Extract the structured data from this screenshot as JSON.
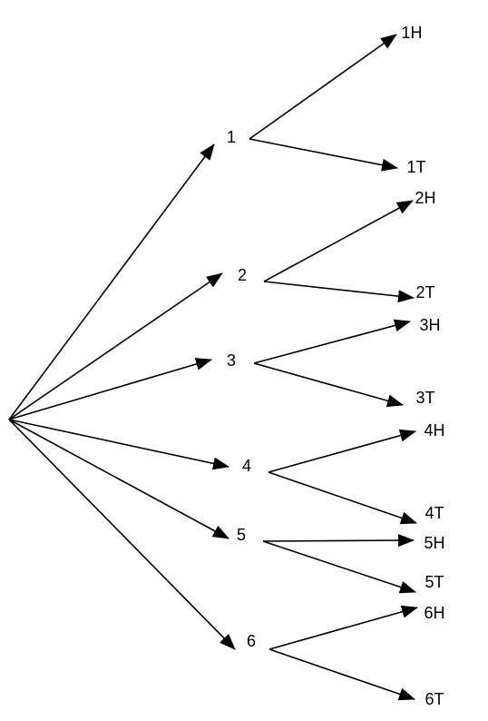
{
  "diagram": {
    "type": "tree",
    "colors": {
      "ink": "#000000",
      "background": "#ffffff"
    },
    "root": {
      "id": "root",
      "label": ""
    },
    "first_level": [
      {
        "id": "1",
        "label": "1"
      },
      {
        "id": "2",
        "label": "2"
      },
      {
        "id": "3",
        "label": "3"
      },
      {
        "id": "4",
        "label": "4"
      },
      {
        "id": "5",
        "label": "5"
      },
      {
        "id": "6",
        "label": "6"
      }
    ],
    "second_level": [
      {
        "id": "1H",
        "label": "1H",
        "parent": "1"
      },
      {
        "id": "1T",
        "label": "1T",
        "parent": "1"
      },
      {
        "id": "2H",
        "label": "2H",
        "parent": "2"
      },
      {
        "id": "2T",
        "label": "2T",
        "parent": "2"
      },
      {
        "id": "3H",
        "label": "3H",
        "parent": "3"
      },
      {
        "id": "3T",
        "label": "3T",
        "parent": "3"
      },
      {
        "id": "4H",
        "label": "4H",
        "parent": "4"
      },
      {
        "id": "4T",
        "label": "4T",
        "parent": "4"
      },
      {
        "id": "5H",
        "label": "5H",
        "parent": "5"
      },
      {
        "id": "5T",
        "label": "5T",
        "parent": "5"
      },
      {
        "id": "6H",
        "label": "6H",
        "parent": "6"
      },
      {
        "id": "6T",
        "label": "6T",
        "parent": "6"
      }
    ],
    "edges": [
      {
        "from": "root",
        "to": "1"
      },
      {
        "from": "root",
        "to": "2"
      },
      {
        "from": "root",
        "to": "3"
      },
      {
        "from": "root",
        "to": "4"
      },
      {
        "from": "root",
        "to": "5"
      },
      {
        "from": "root",
        "to": "6"
      },
      {
        "from": "1",
        "to": "1H"
      },
      {
        "from": "1",
        "to": "1T"
      },
      {
        "from": "2",
        "to": "2H"
      },
      {
        "from": "2",
        "to": "2T"
      },
      {
        "from": "3",
        "to": "3H"
      },
      {
        "from": "3",
        "to": "3T"
      },
      {
        "from": "4",
        "to": "4H"
      },
      {
        "from": "4",
        "to": "4T"
      },
      {
        "from": "5",
        "to": "5H"
      },
      {
        "from": "5",
        "to": "5T"
      },
      {
        "from": "6",
        "to": "6H"
      },
      {
        "from": "6",
        "to": "6T"
      }
    ]
  }
}
